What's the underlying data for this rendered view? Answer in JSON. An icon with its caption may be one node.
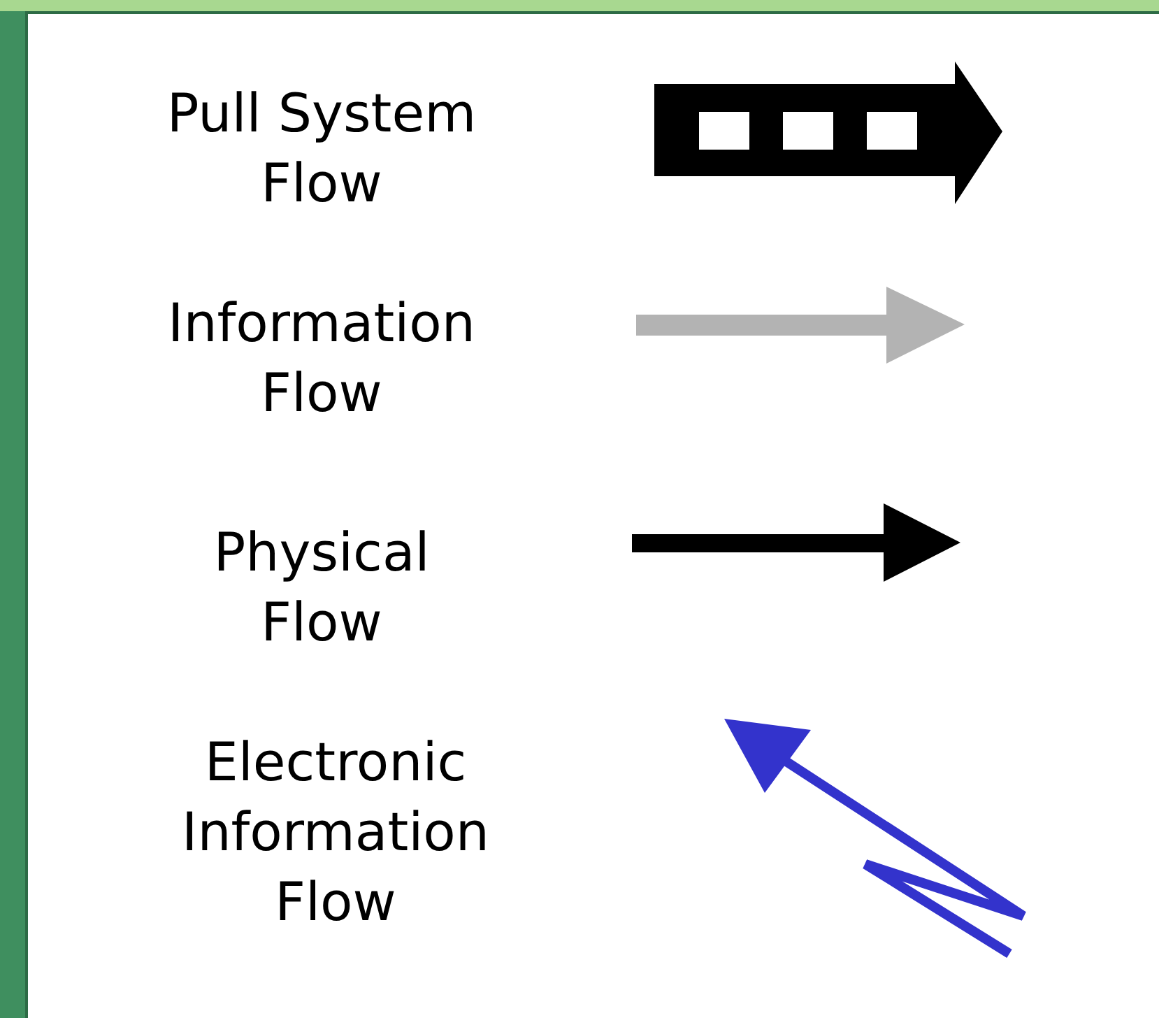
{
  "diagram": {
    "legend": [
      {
        "text": "Pull System Flow"
      },
      {
        "text": "Information Flow"
      },
      {
        "text": "Physical Flow"
      },
      {
        "text": "Electronic Information Flow"
      }
    ]
  }
}
